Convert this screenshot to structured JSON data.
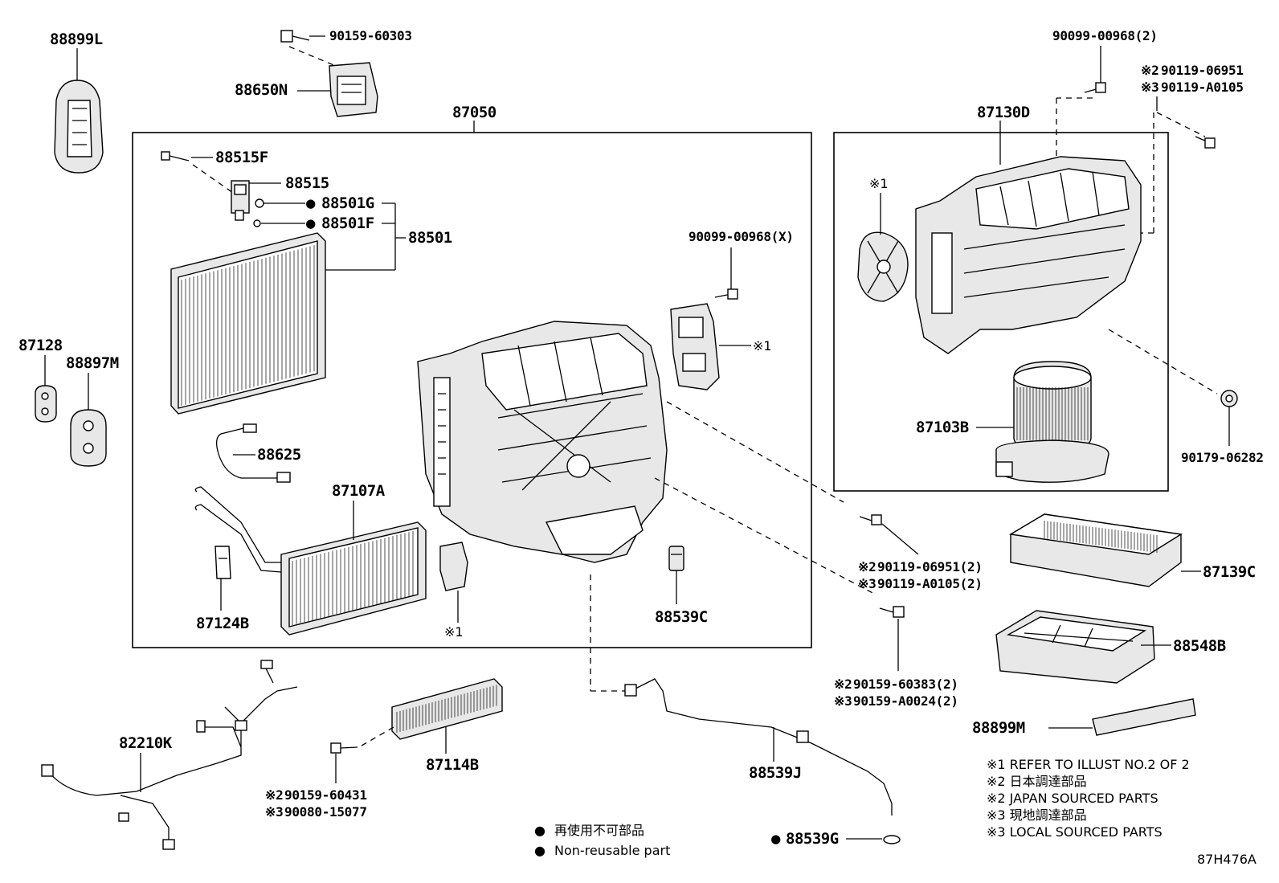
{
  "parts": {
    "p88899L": "88899L",
    "p90159_60303": "90159-60303",
    "p88650N": "88650N",
    "p87050": "87050",
    "p88515F": "88515F",
    "p88515": "88515",
    "p88501G": "88501G",
    "p88501F": "88501F",
    "p88501": "88501",
    "p90099_00968X": "90099-00968(X)",
    "p87128": "87128",
    "p88897M": "88897M",
    "p88625": "88625",
    "p87107A": "87107A",
    "p87124B": "87124B",
    "p88539C": "88539C",
    "p90099_00968_2": "90099-00968(2)",
    "p90119_06951": "90119-06951",
    "p90119_A0105": "90119-A0105",
    "p87130D": "87130D",
    "p87103B": "87103B",
    "p90179_06282": "90179-06282",
    "p90119_06951_2": "90119-06951(2)",
    "p90119_A0105_2": "90119-A0105(2)",
    "p87139C": "87139C",
    "p90159_60383_2": "90159-60383(2)",
    "p90159_A0024_2": "90159-A0024(2)",
    "p88548B": "88548B",
    "p88899M": "88899M",
    "p82210K": "82210K",
    "p87114B": "87114B",
    "p90159_60431": "90159-60431",
    "p90080_15077": "90080-15077",
    "p88539J": "88539J",
    "p88539G": "88539G"
  },
  "markers": {
    "ref1": "※1",
    "ref2": "※2",
    "ref3": "※3",
    "bullet": "●"
  },
  "notes": {
    "n1": "※1 REFER TO ILLUST NO.2 OF 2",
    "n2": "※2 日本調達部品",
    "n3": "※2 JAPAN SOURCED PARTS",
    "n4": "※3 現地調達部品",
    "n5": "※3 LOCAL SOURCED PARTS"
  },
  "legend": {
    "jp": "再使用不可部品",
    "en": "Non-reusable part"
  },
  "illustration_id": "87H476A"
}
